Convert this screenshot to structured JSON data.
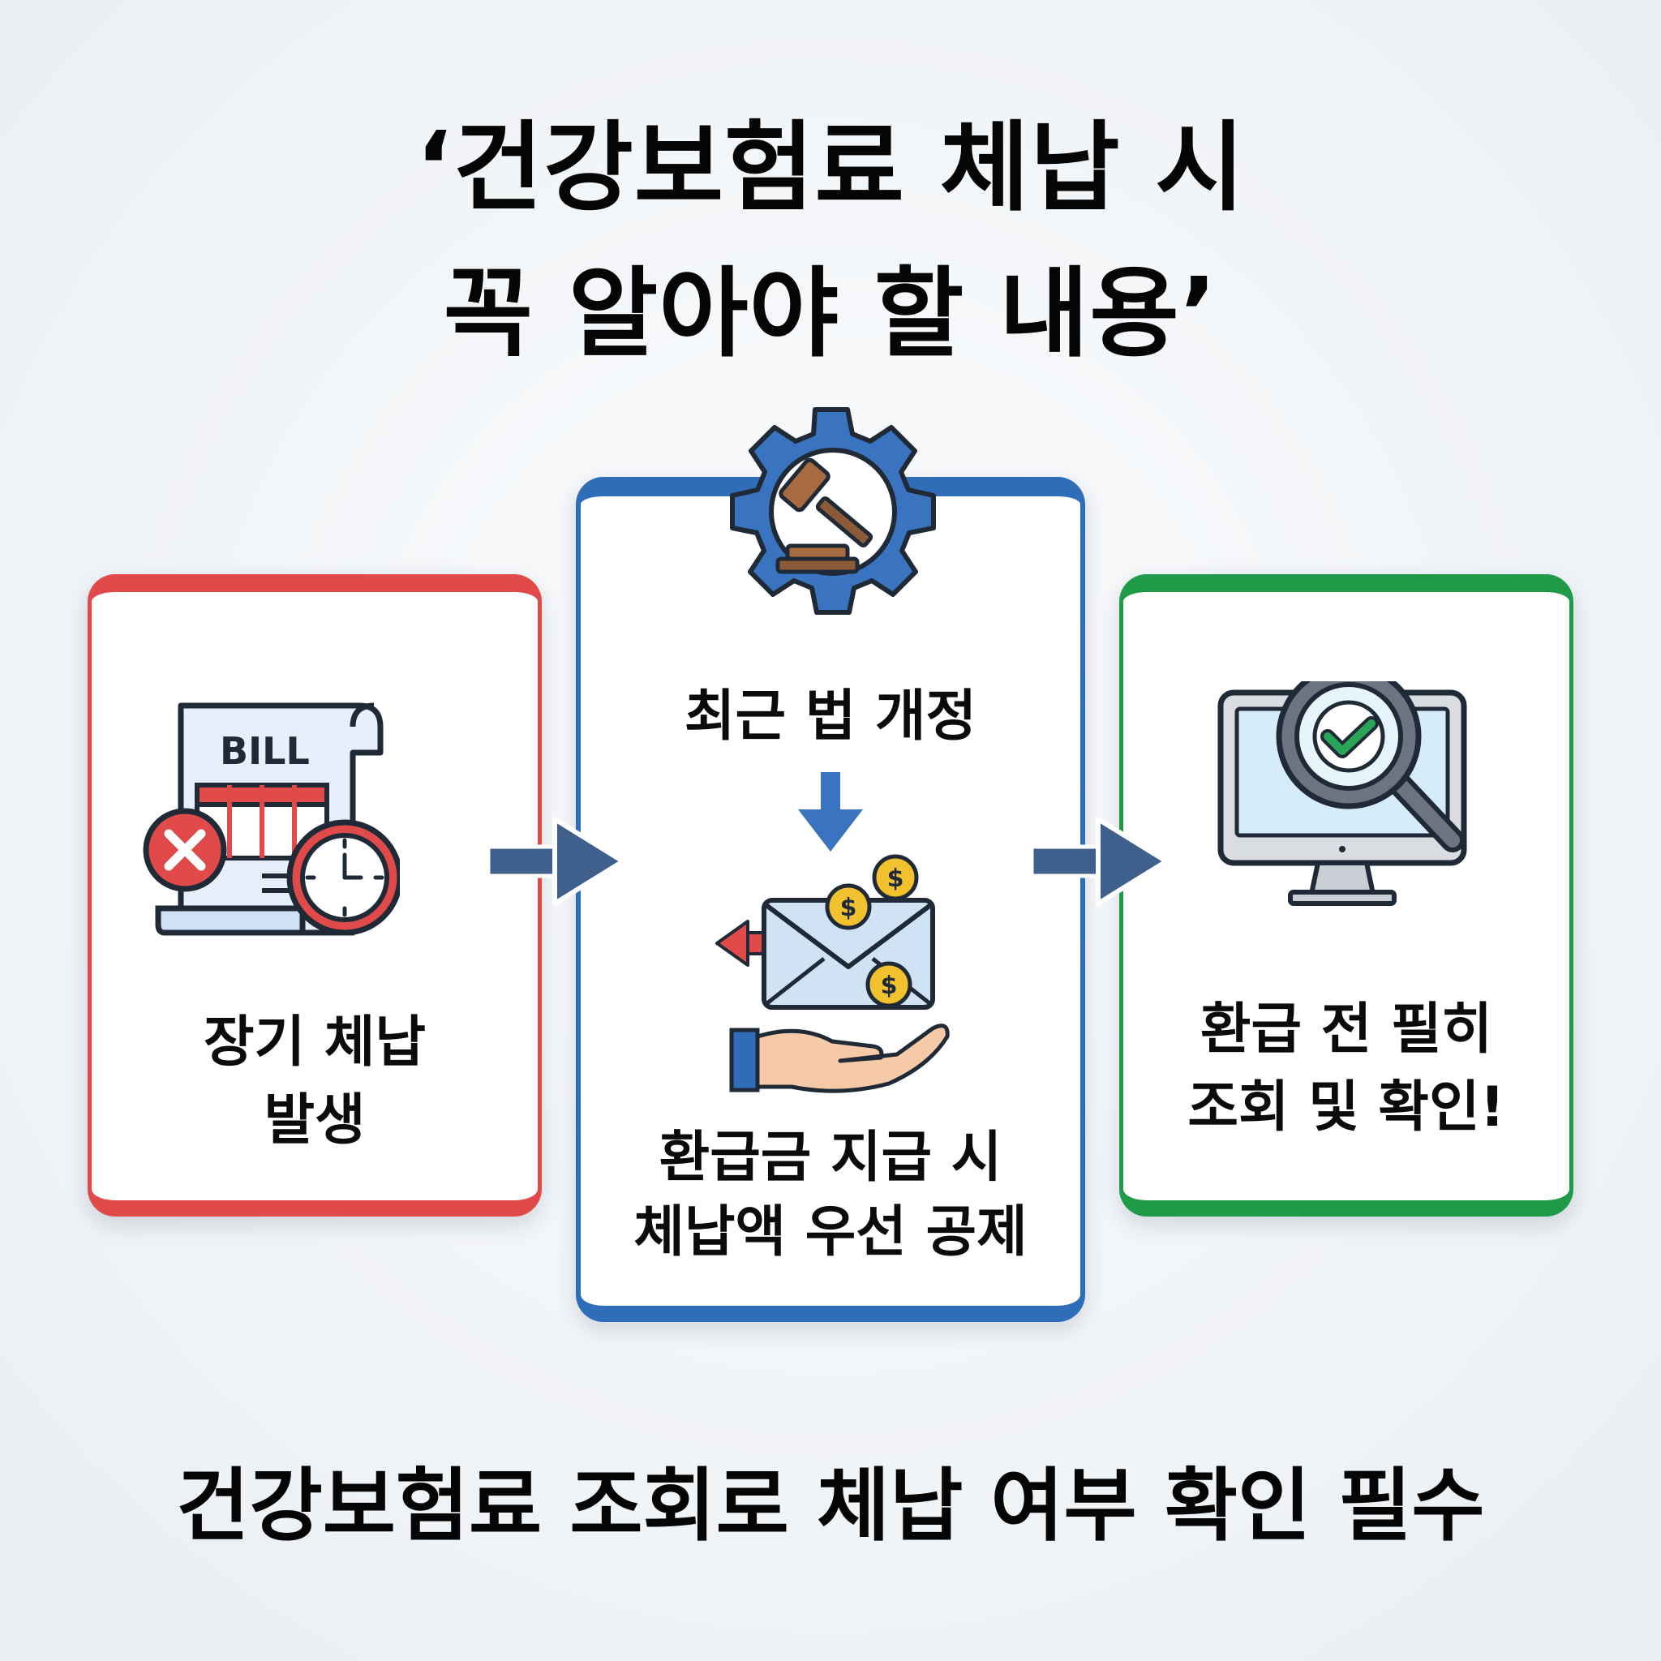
{
  "title": {
    "line1": "‘건강보험료 체납 시",
    "line2": "꼭 알아야 할 내용’"
  },
  "cards": [
    {
      "id": "long-term-arrears",
      "accent": "#e04a4a",
      "icon": "bill-overdue-icon",
      "icon_text": "BILL",
      "lines": [
        "장기 체납",
        "발생"
      ]
    },
    {
      "id": "law-revision",
      "accent": "#2f6db8",
      "icon": "gavel-gear-icon",
      "heading": "최근 법 개정",
      "flow_icon": "down-arrow-icon",
      "illustration": "refund-envelope-hand-icon",
      "lines": [
        "환급금 지급 시",
        "체납액 우선 공제"
      ]
    },
    {
      "id": "check-before-refund",
      "accent": "#1f9a48",
      "icon": "monitor-magnifier-check-icon",
      "lines": [
        "환급 전 필히",
        "조회 및 확인!"
      ]
    }
  ],
  "connectors": [
    "right-arrow-icon",
    "right-arrow-icon"
  ],
  "footer": "건강보험료 조회로 체납 여부 확인 필수",
  "colors": {
    "arrow": "#3f5f8c",
    "coin": "#f2c12e",
    "envelope": "#cfe3f5",
    "gavel": "#8b5a36"
  }
}
